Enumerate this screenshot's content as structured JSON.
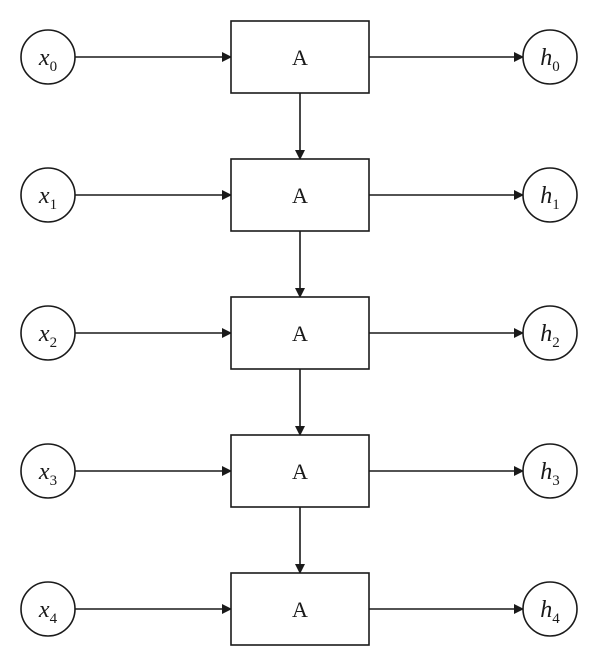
{
  "diagram": {
    "steps": [
      {
        "input_var": "x",
        "input_sub": "0",
        "cell_label": "A",
        "output_var": "h",
        "output_sub": "0"
      },
      {
        "input_var": "x",
        "input_sub": "1",
        "cell_label": "A",
        "output_var": "h",
        "output_sub": "1"
      },
      {
        "input_var": "x",
        "input_sub": "2",
        "cell_label": "A",
        "output_var": "h",
        "output_sub": "2"
      },
      {
        "input_var": "x",
        "input_sub": "3",
        "cell_label": "A",
        "output_var": "h",
        "output_sub": "3"
      },
      {
        "input_var": "x",
        "input_sub": "4",
        "cell_label": "A",
        "output_var": "h",
        "output_sub": "4"
      }
    ],
    "stroke_color": "#1a1a1a",
    "fill_color": "#ffffff"
  }
}
